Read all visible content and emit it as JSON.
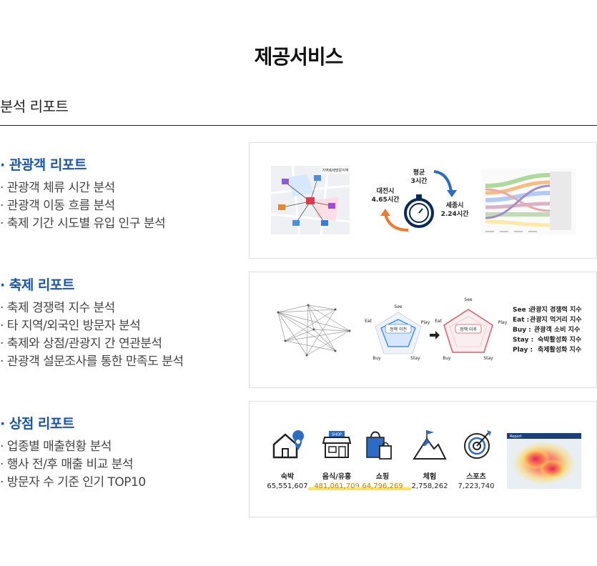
{
  "page": {
    "title": "제공서비스",
    "section_tab": "분석 리포트"
  },
  "reports": [
    {
      "title": "· 관광객 리포트",
      "items": [
        "· 관광객 체류 시간 분석",
        "· 관광객 이동 흐름 분석",
        "· 축제 기간 시도별 유입 인구 분석"
      ],
      "figure": {
        "map_label": "지역축제방문지역",
        "stay_left_region": "대전시",
        "stay_left_time": "4.65시간",
        "stay_avg_label": "평균",
        "stay_avg_time": "3시간",
        "stay_right_region": "세종시",
        "stay_right_time": "2.24시간"
      }
    },
    {
      "title": "· 축제 리포트",
      "items": [
        "· 축제 경쟁력 지수 분석",
        "· 타 지역/외국인 방문자 분석",
        "· 축제와 상점/관광지 간 연관분석",
        "· 관광객 설문조사를 통한 만족도 분석"
      ],
      "figure": {
        "radar_before": "정책 이전",
        "radar_after": "정책 이후",
        "axis_see": "See",
        "axis_play": "Play",
        "axis_eat": "Eat",
        "axis_buy": "Buy",
        "axis_stay": "Stay",
        "legend": [
          {
            "key": "See :",
            "desc": "관광지 경쟁력 지수"
          },
          {
            "key": "Eat :",
            "desc": "관광지 먹거리 지수"
          },
          {
            "key": "Buy :",
            "desc": "관광객 소비 지수"
          },
          {
            "key": "Stay :",
            "desc": "숙박활성화 지수"
          },
          {
            "key": "Play :",
            "desc": "축제활성화 지수"
          }
        ]
      }
    },
    {
      "title": "· 상점 리포트",
      "items": [
        "· 업종별 매출현황 분석",
        "· 행사 전/후 매출 비교 분석",
        "· 방문자 수 기준 인기 TOP10"
      ],
      "figure": {
        "categories": [
          {
            "icon": "house-pin-icon",
            "label": "숙박",
            "value": "65,551,607",
            "highlight": false
          },
          {
            "icon": "shop-icon",
            "label": "음식/유흥",
            "value": "481,061,709",
            "highlight": true
          },
          {
            "icon": "shopping-bag-icon",
            "label": "쇼핑",
            "value": "64,796,269",
            "highlight": true
          },
          {
            "icon": "mountain-flag-icon",
            "label": "체험",
            "value": "2,758,262",
            "highlight": false
          },
          {
            "icon": "target-icon",
            "label": "스포츠",
            "value": "7,223,740",
            "highlight": false
          }
        ],
        "shop_sign": "SHOP",
        "heatmap_header": "Report"
      }
    }
  ],
  "colors": {
    "accent": "#1a56b0",
    "highlight": "#ffe45c",
    "radar_before": "#4a90e2",
    "radar_after": "#e05a6a"
  }
}
